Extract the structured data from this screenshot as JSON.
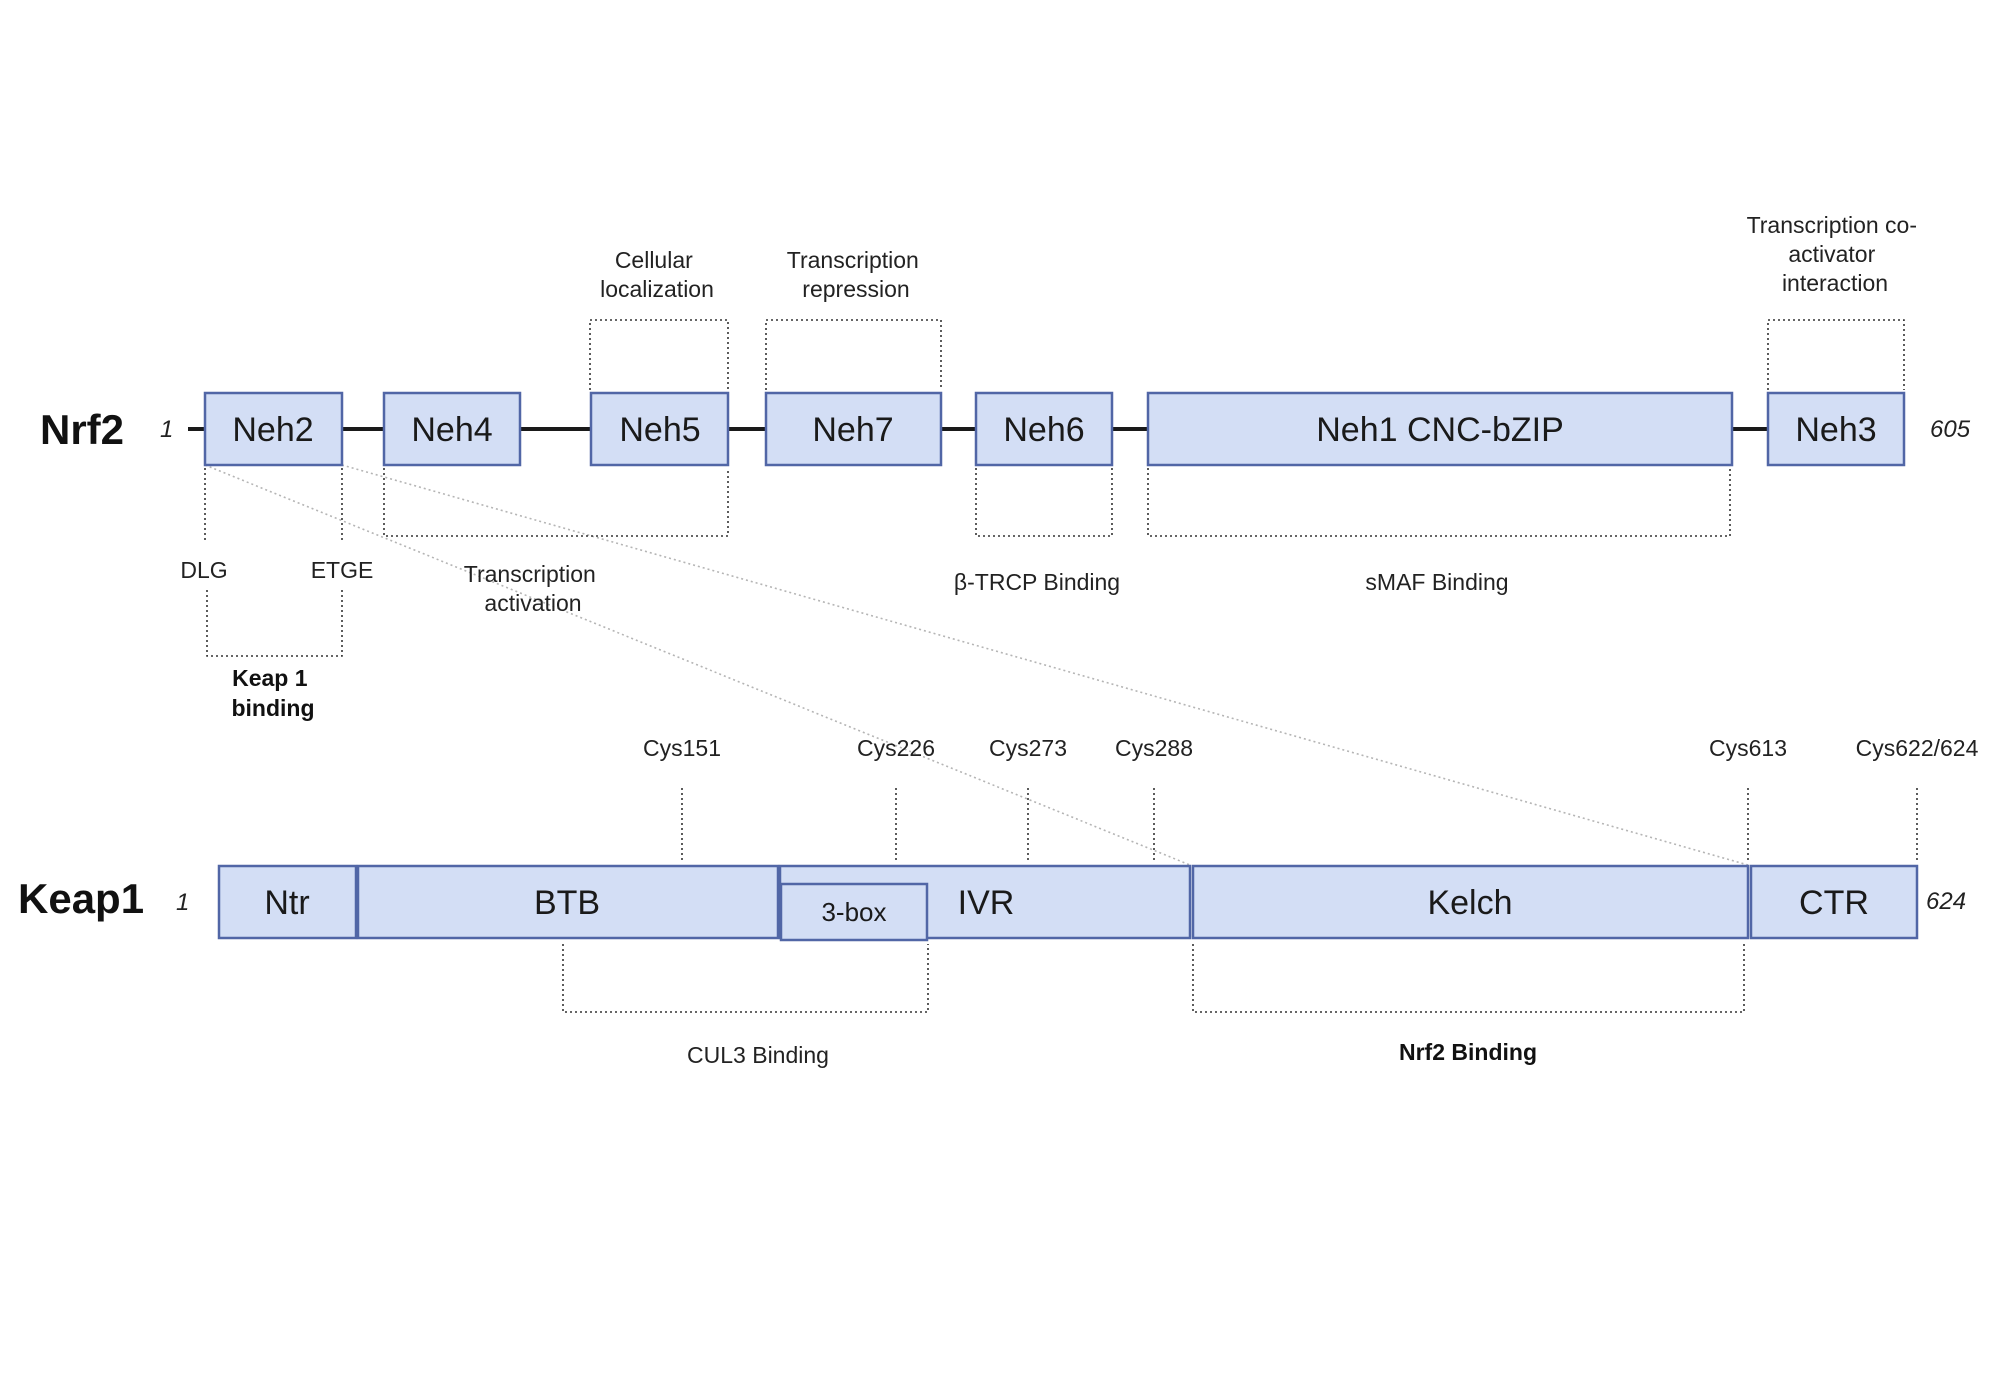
{
  "nrf2": {
    "name": "Nrf2",
    "start": "1",
    "end": "605",
    "domains": [
      {
        "id": "neh2",
        "label": "Neh2"
      },
      {
        "id": "neh4",
        "label": "Neh4"
      },
      {
        "id": "neh5",
        "label": "Neh5"
      },
      {
        "id": "neh7",
        "label": "Neh7"
      },
      {
        "id": "neh6",
        "label": "Neh6"
      },
      {
        "id": "neh1",
        "label": "Neh1 CNC-bZIP"
      },
      {
        "id": "neh3",
        "label": "Neh3"
      }
    ],
    "annotations": {
      "cellular_localization": [
        "Cellular",
        "localization"
      ],
      "transcription_repression": [
        "Transcription",
        "repression"
      ],
      "coactivator_interaction": [
        "Transcription co-",
        "activator",
        "interaction"
      ],
      "transcription_activation": [
        "Transcription",
        "activation"
      ],
      "btrcp_binding": "β-TRCP Binding",
      "smaf_binding": "sMAF Binding",
      "dlg": "DLG",
      "etge": "ETGE",
      "keap1_binding": [
        "Keap 1",
        "binding"
      ]
    }
  },
  "keap1": {
    "name": "Keap1",
    "start": "1",
    "end": "624",
    "domains": [
      {
        "id": "ntr",
        "label": "Ntr"
      },
      {
        "id": "btb",
        "label": "BTB"
      },
      {
        "id": "ivr",
        "label": "IVR"
      },
      {
        "id": "threebox",
        "label": "3-box"
      },
      {
        "id": "kelch",
        "label": "Kelch"
      },
      {
        "id": "ctr",
        "label": "CTR"
      }
    ],
    "cysteines": [
      "Cys151",
      "Cys226",
      "Cys273",
      "Cys288",
      "Cys613",
      "Cys622/624"
    ],
    "annotations": {
      "cul3_binding": "CUL3 Binding",
      "nrf2_binding": "Nrf2 Binding"
    }
  },
  "colors": {
    "domain_fill": "#d3def5",
    "domain_stroke": "#5166a6",
    "backbone": "#1a1a1a"
  }
}
